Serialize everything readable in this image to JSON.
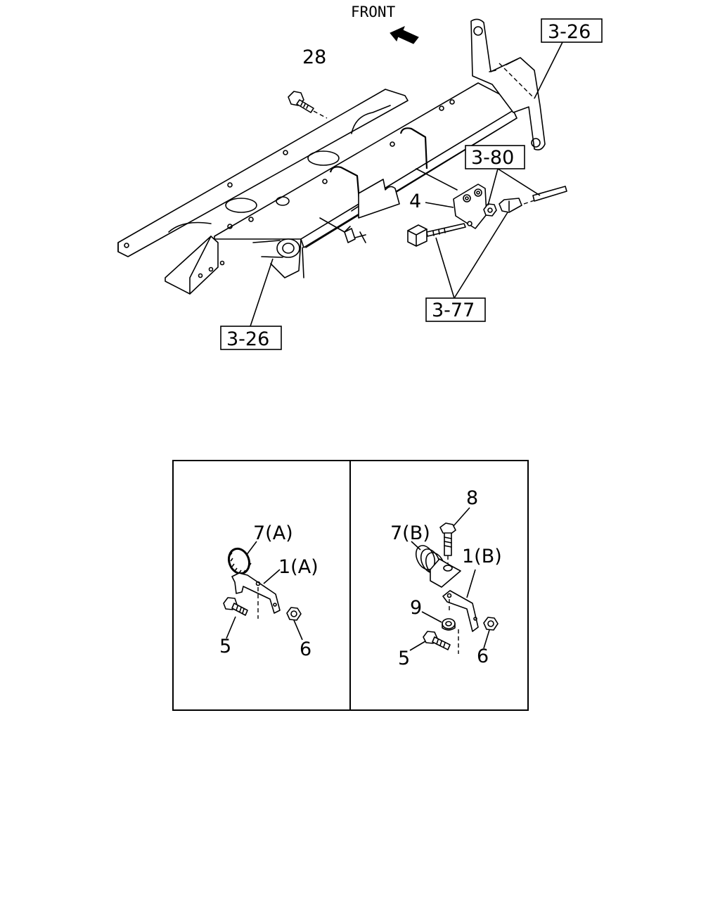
{
  "direction_label": "FRONT",
  "callouts": {
    "ref_top_right": "3-26",
    "ref_bottom_left": "3-26",
    "ref_3_80": "3-80",
    "ref_3_77": "3-77"
  },
  "part_numbers": {
    "p28": "28",
    "p4": "4",
    "left_clip": "7(A)",
    "left_bracket": "1(A)",
    "left_bolt": "5",
    "left_nut": "6",
    "right_bolt_top": "8",
    "right_clip": "7(B)",
    "right_bracket": "1(B)",
    "right_washer": "9",
    "right_bolt": "5",
    "right_nut": "6"
  }
}
